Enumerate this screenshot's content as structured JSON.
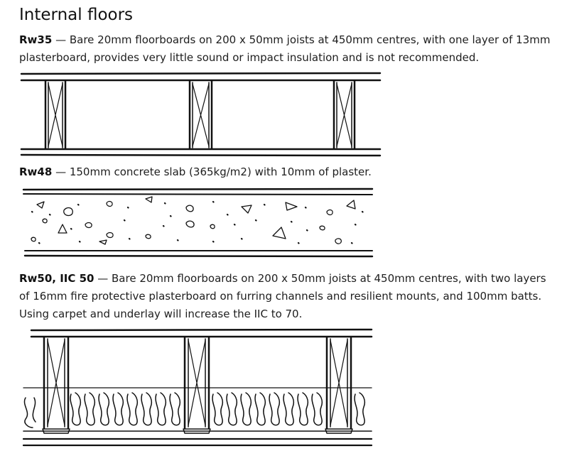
{
  "page": {
    "title": "Internal floors"
  },
  "sections": [
    {
      "rating": "Rw35",
      "description": "— Bare 20mm floorboards on 200 x 50mm joists at 450mm centres, with one layer of 13mm plasterboard, provides very little sound or impact insulation and is not recommended."
    },
    {
      "rating": "Rw48",
      "description": "— 150mm concrete slab (365kg/m2) with 10mm of plaster."
    },
    {
      "rating": "Rw50, IIC 50",
      "description": "— Bare 20mm floorboards on 200 x 50mm joists at 450mm centres, with two layers of 16mm fire protective plasterboard on furring channels and resilient mounts, and 100mm batts. Using carpet and underlay will increase the IIC to 70."
    }
  ]
}
